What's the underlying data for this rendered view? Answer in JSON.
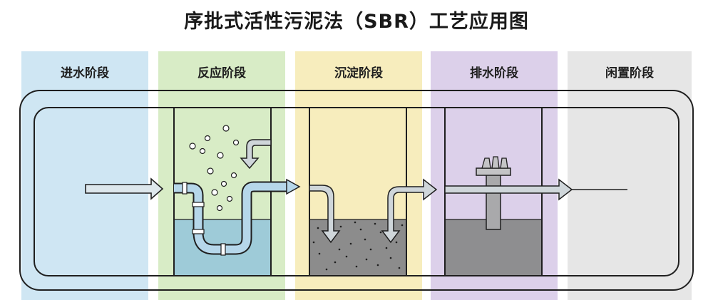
{
  "title": "序批式活性污泥法（SBR）工艺应用图",
  "stages": [
    {
      "id": "fill",
      "label": "进水阶段",
      "color": "#cfe6f3"
    },
    {
      "id": "react",
      "label": "反应阶段",
      "color": "#d8ecc6"
    },
    {
      "id": "settle",
      "label": "沉淀阶段",
      "color": "#f7edbd"
    },
    {
      "id": "draw",
      "label": "排水阶段",
      "color": "#dcd0ea"
    },
    {
      "id": "idle",
      "label": "闲置阶段",
      "color": "#e6e6e6"
    }
  ],
  "colors": {
    "water": "#9ecbd8",
    "water_light": "#b9dcea",
    "sludge": "#8c8c8c",
    "dark_water": "#8e8e90",
    "pipe": "#b6d7ea",
    "outline": "#1f1f1f",
    "arrow_fill": "#dde7ec"
  }
}
